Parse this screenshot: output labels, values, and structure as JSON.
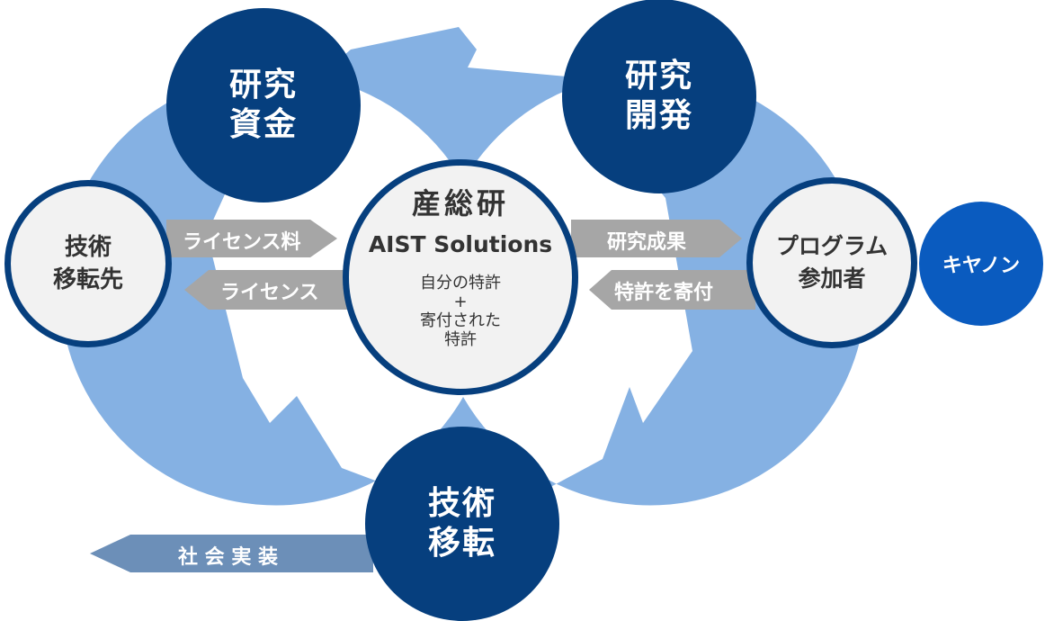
{
  "nodes": {
    "research_funding": [
      "研究",
      "資金"
    ],
    "research_development": [
      "研究",
      "開発"
    ],
    "tech_transfer": [
      "技術",
      "移転"
    ],
    "licensee": [
      "技術",
      "移転先"
    ],
    "program_participant": [
      "プログラム",
      "参加者"
    ],
    "canon": "キヤノン"
  },
  "center": {
    "title": "産総研",
    "subtitle": "AIST Solutions",
    "detail": [
      "自分の特許",
      "+",
      "寄付された",
      "特許"
    ]
  },
  "arrows": {
    "license_fee": "ライセンス料",
    "license": "ライセンス",
    "research_results": "研究成果",
    "patent_donation": "特許を寄付",
    "social_implementation": "社 会 実 装"
  },
  "colors": {
    "dark_navy": "#063f7e",
    "ring_blue": "#85b1e3",
    "arrow_gray": "#a6a6a6",
    "implementation_blue": "#6c8fb8",
    "canon_blue": "#0a5bbf"
  }
}
